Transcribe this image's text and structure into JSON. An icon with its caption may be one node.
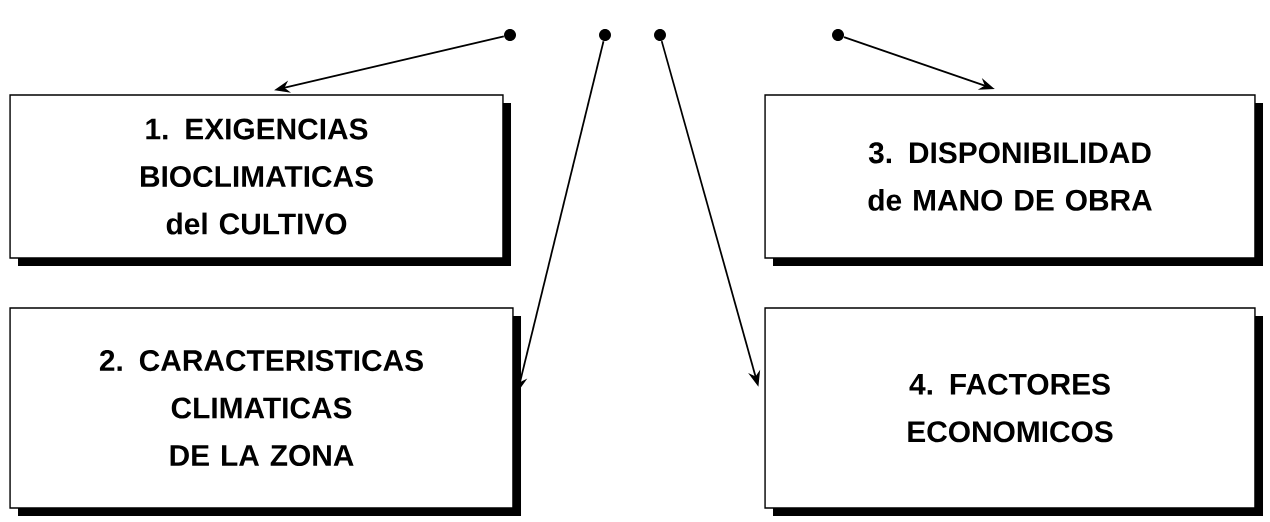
{
  "diagram": {
    "nodes": [
      {
        "text": [
          "1. EXIGENCIAS BIOCLIMATICAS del CULTIVO"
        ]
      },
      {
        "text": [
          "2. CARACTERISTICAS CLIMATICAS DE LA ZONA"
        ]
      },
      {
        "text": [
          "3. DISPONIBILIDAD de MANO DE OBRA"
        ]
      },
      {
        "text": [
          "4. FACTORES ECONOMICOS"
        ]
      },
      {
        "text": [],
        "shape": "circle"
      },
      {
        "text": [],
        "shape": "circle"
      },
      {
        "text": [],
        "shape": "circle"
      },
      {
        "text": [],
        "shape": "circle"
      }
    ],
    "edges": [
      {
        "from": 4,
        "to": 0,
        "arrow": "to"
      },
      {
        "from": 5,
        "to": 1,
        "arrow": "to"
      },
      {
        "from": 6,
        "to": 3,
        "arrow": "to"
      },
      {
        "from": 7,
        "to": 2,
        "arrow": "to"
      }
    ]
  }
}
